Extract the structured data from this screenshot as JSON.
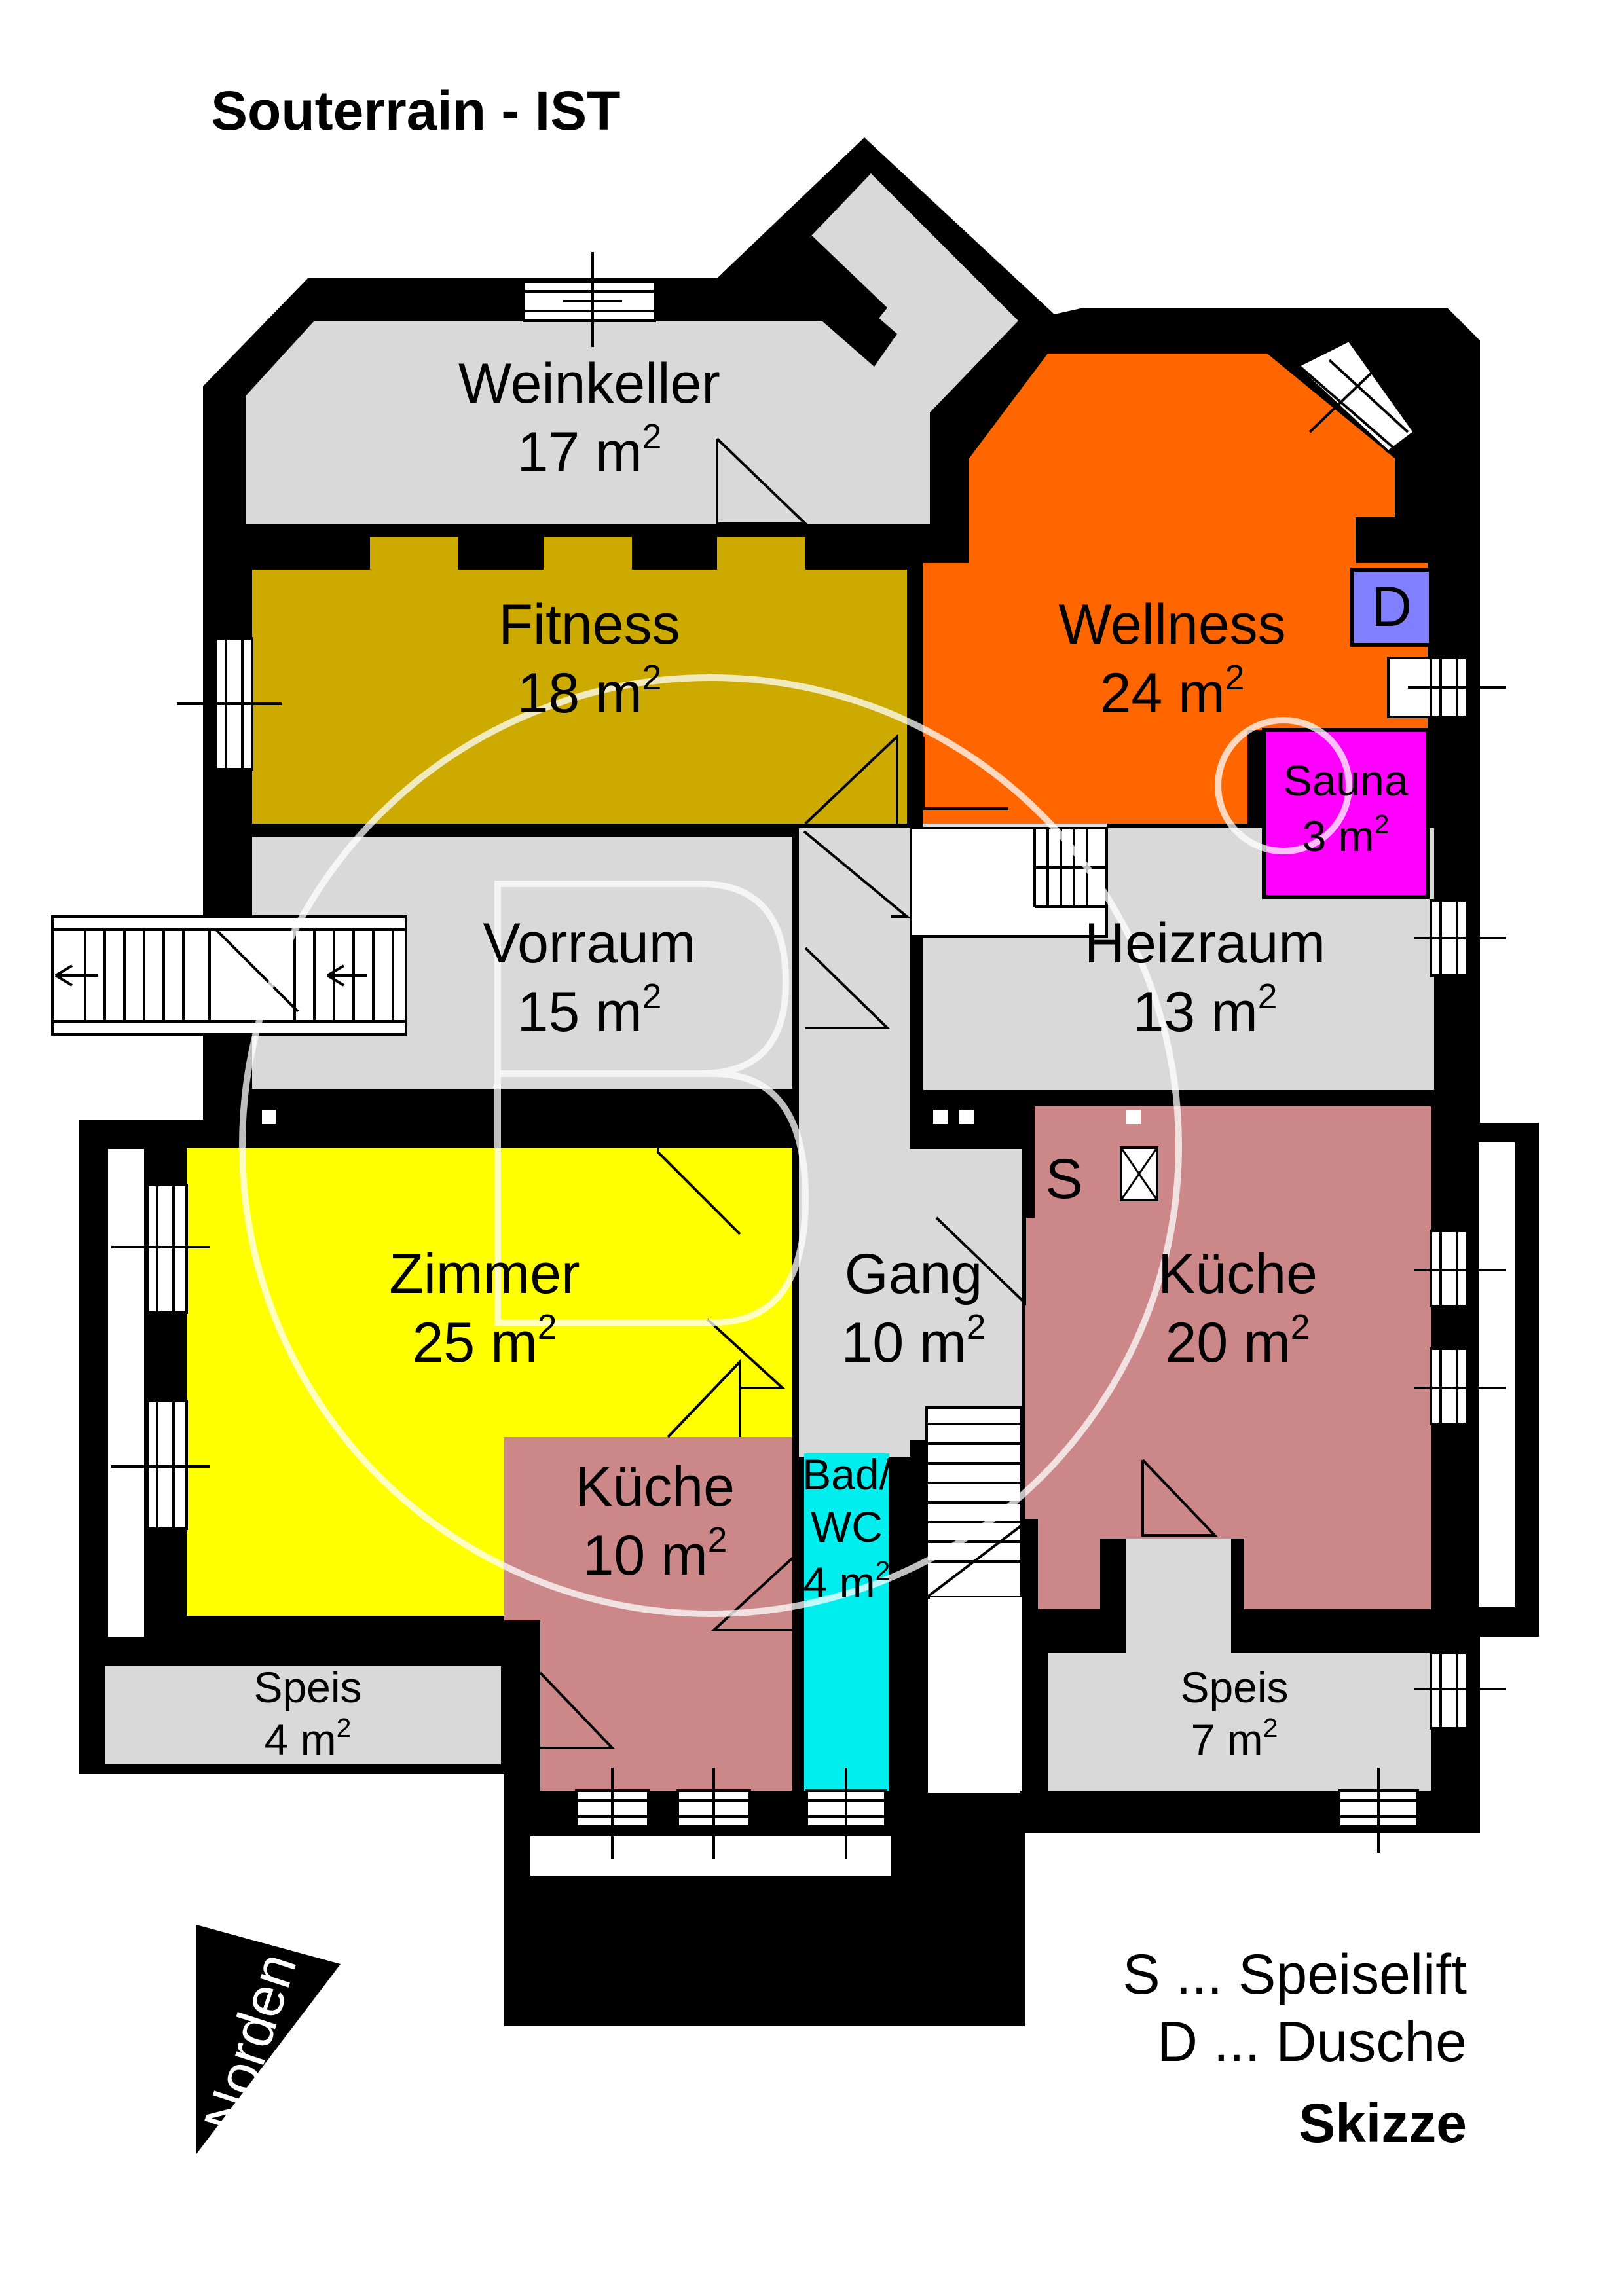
{
  "header": {
    "title": "Souterrain - IST"
  },
  "area_superscript": "2",
  "rooms": {
    "weinkeller": {
      "name": "Weinkeller",
      "area": "17 m",
      "color": "#d9d9d9"
    },
    "fitness": {
      "name": "Fitness",
      "area": "18 m",
      "color": "#ccaa00"
    },
    "wellness": {
      "name": "Wellness",
      "area": "24 m",
      "color": "#ff6600"
    },
    "dusche_mark": {
      "name": "D",
      "color": "#8080ff"
    },
    "sauna": {
      "name": "Sauna",
      "area": "3 m",
      "color": "#ff00ff"
    },
    "vorraum": {
      "name": "Vorraum",
      "area": "15 m",
      "color": "#d9d9d9"
    },
    "heizraum": {
      "name": "Heizraum",
      "area": "13 m",
      "color": "#d9d9d9"
    },
    "zimmer": {
      "name": "Zimmer",
      "area": "25 m",
      "color": "#ffff00"
    },
    "gang": {
      "name": "Gang",
      "area": "10 m",
      "color": "#d9d9d9"
    },
    "kueche_ost": {
      "name": "Küche",
      "area": "20 m",
      "color": "#cc8888"
    },
    "speiselift_mark": {
      "name": "S"
    },
    "kueche_west": {
      "name": "Küche",
      "area": "10 m",
      "color": "#cc8888"
    },
    "bad_wc": {
      "name_line1": "Bad/",
      "name_line2": "WC",
      "area": "4 m",
      "color": "#00eeee"
    },
    "speis_west": {
      "name": "Speis",
      "area": "4 m",
      "color": "#d9d9d9"
    },
    "speis_ost": {
      "name": "Speis",
      "area": "7 m",
      "color": "#d9d9d9"
    }
  },
  "compass": {
    "label": "Norden"
  },
  "legend": {
    "s": "S ... Speiselift",
    "d": "D ... Dusche",
    "note": "Skizze"
  },
  "colors": {
    "wall": "#000000",
    "watermark": "#ffffff"
  }
}
